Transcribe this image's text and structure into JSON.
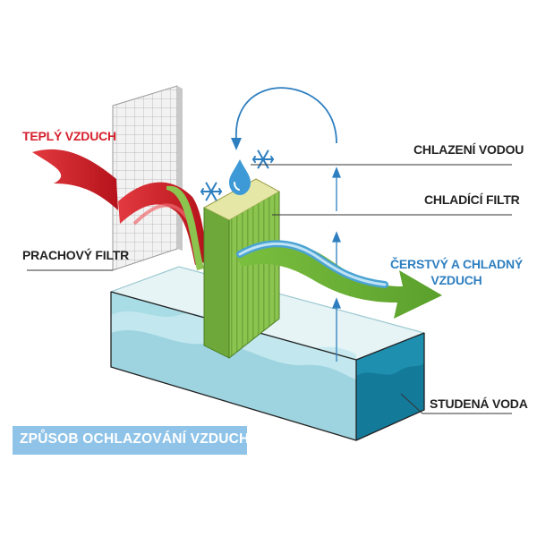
{
  "labels": {
    "warm_air": "TEPLÝ VZDUCH",
    "dust_filter": "PRACHOVÝ FILTR",
    "water_cooling": "CHLAZENÍ VODOU",
    "cooling_filter": "CHLADÍCÍ FILTR",
    "fresh_air_line1": "ČERSTVÝ A CHLADNÝ",
    "fresh_air_line2": "VZDUCH",
    "cold_water": "STUDENÁ VODA"
  },
  "title": "ZPŮSOB OCHLAZOVÁNÍ VZDUCHU",
  "colors": {
    "warm_air": "#d6202c",
    "fresh_air_text": "#2e7fc0",
    "water_light": "#a9dde6",
    "water_dark": "#1f8fb0",
    "cooling_filter": "#8cc450",
    "arrow_blue": "#2e7fc0",
    "title_bg": "#8fc3e8"
  },
  "icons": [
    "snowflake-icon",
    "water-drop-icon",
    "arrow-up-icon",
    "cycle-arrow-icon"
  ]
}
